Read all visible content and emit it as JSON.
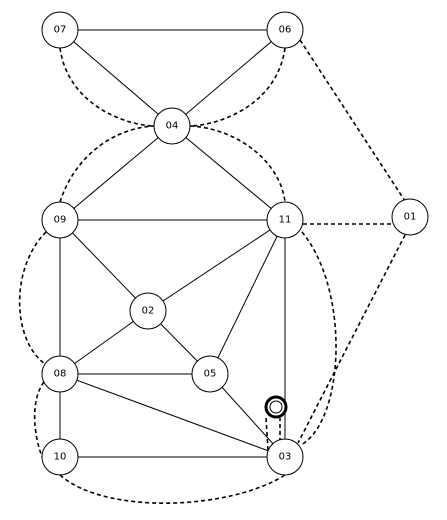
{
  "graph": {
    "nodes": [
      {
        "id": "01",
        "label": "01"
      },
      {
        "id": "02",
        "label": "02"
      },
      {
        "id": "03",
        "label": "03"
      },
      {
        "id": "04",
        "label": "04"
      },
      {
        "id": "05",
        "label": "05"
      },
      {
        "id": "06",
        "label": "06"
      },
      {
        "id": "07",
        "label": "07"
      },
      {
        "id": "08",
        "label": "08"
      },
      {
        "id": "09",
        "label": "09"
      },
      {
        "id": "10",
        "label": "10"
      },
      {
        "id": "11",
        "label": "11"
      }
    ],
    "solid_edges": [
      [
        "07",
        "06"
      ],
      [
        "07",
        "04"
      ],
      [
        "06",
        "04"
      ],
      [
        "04",
        "09"
      ],
      [
        "04",
        "11"
      ],
      [
        "09",
        "11"
      ],
      [
        "09",
        "02"
      ],
      [
        "09",
        "08"
      ],
      [
        "11",
        "02"
      ],
      [
        "11",
        "05"
      ],
      [
        "11",
        "03"
      ],
      [
        "02",
        "08"
      ],
      [
        "02",
        "05"
      ],
      [
        "08",
        "05"
      ],
      [
        "08",
        "03"
      ],
      [
        "08",
        "10"
      ],
      [
        "10",
        "03"
      ],
      [
        "05",
        "03"
      ]
    ],
    "dashed_edges": [
      [
        "07",
        "04"
      ],
      [
        "06",
        "04"
      ],
      [
        "09",
        "04"
      ],
      [
        "04",
        "11"
      ],
      [
        "06",
        "01"
      ],
      [
        "11",
        "01"
      ],
      [
        "01",
        "03"
      ],
      [
        "09",
        "08"
      ],
      [
        "08",
        "10"
      ],
      [
        "10",
        "03"
      ],
      [
        "11",
        "03"
      ],
      [
        "03",
        "03"
      ]
    ]
  }
}
